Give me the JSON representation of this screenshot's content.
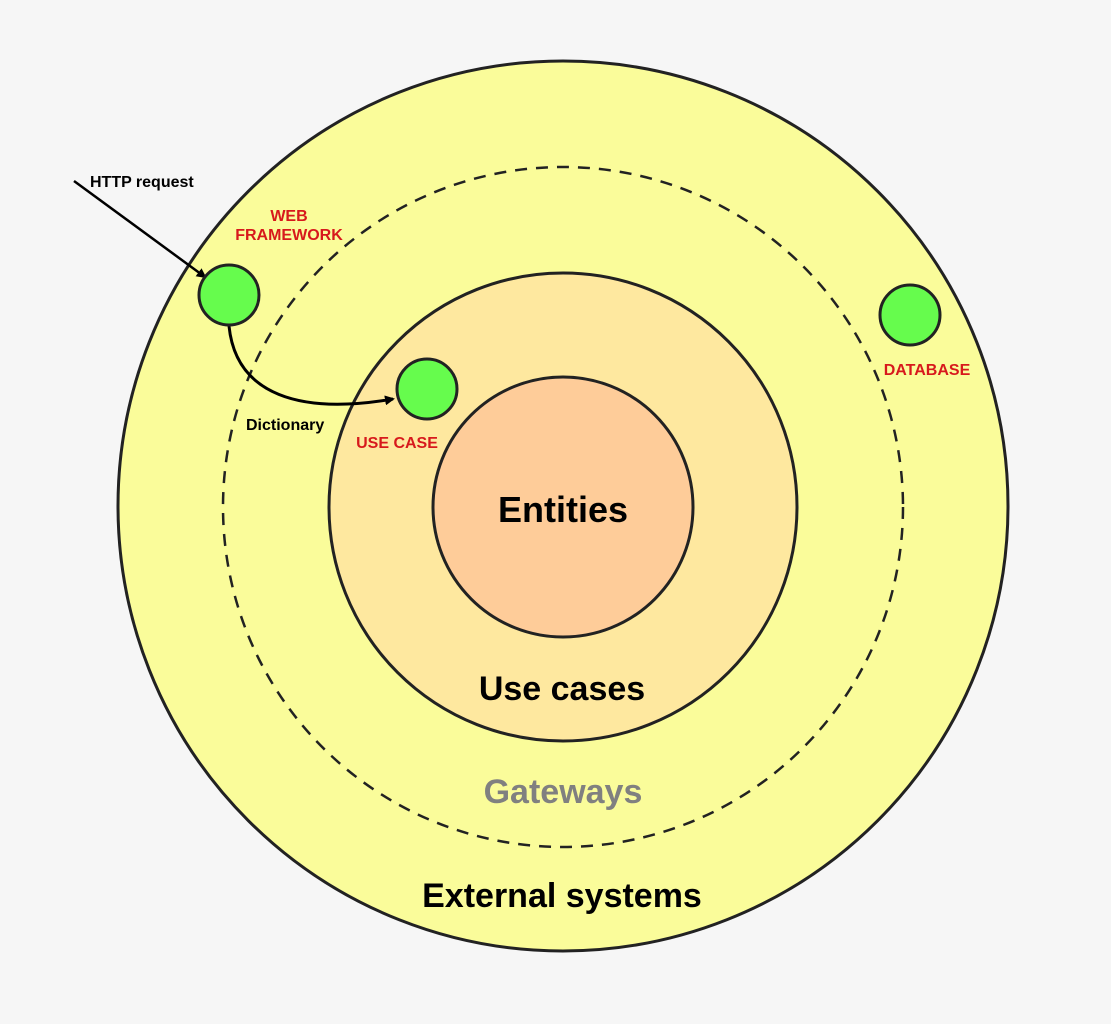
{
  "layers": {
    "external_systems": "External systems",
    "gateways": "Gateways",
    "use_cases": "Use cases",
    "entities": "Entities"
  },
  "components": {
    "web_framework_line1": "WEB",
    "web_framework_line2": "FRAMEWORK",
    "use_case": "USE CASE",
    "database": "DATABASE"
  },
  "flows": {
    "http_request": "HTTP request",
    "dictionary": "Dictionary"
  },
  "colors": {
    "background": "#f6f6f6",
    "external_fill": "#fafc9a",
    "use_cases_fill": "#fee89f",
    "entities_fill": "#fecc99",
    "component_fill": "#66fc4d",
    "component_label": "#d7191c",
    "gateways_label": "#808080",
    "stroke": "#222222"
  }
}
